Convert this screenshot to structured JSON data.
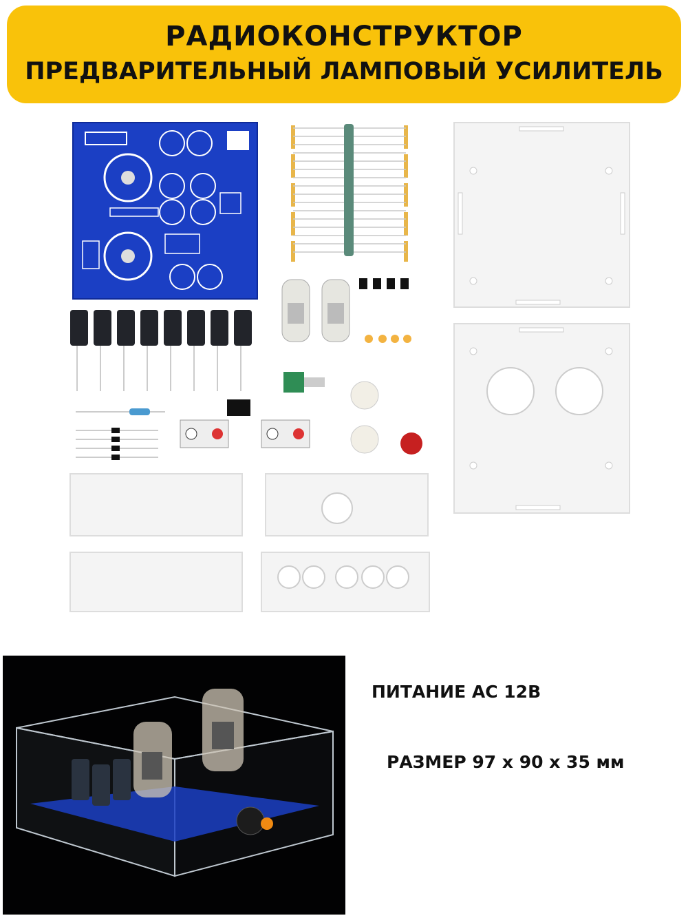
{
  "banner": {
    "line1": "РАДИОКОНСТРУКТОР",
    "line2": "ПРЕДВАРИТЕЛЬНЫЙ ЛАМПОВЫЙ УСИЛИТЕЛЬ"
  },
  "specs": {
    "power": "ПИТАНИЕ АС 12В",
    "size": "РАЗМЕР 97 x 90 x 35 мм"
  },
  "colors": {
    "banner": "#f9c20a",
    "pcb": "#1b3fc4",
    "capacitor": "#22242a",
    "acrylic": "#f4f4f4"
  }
}
